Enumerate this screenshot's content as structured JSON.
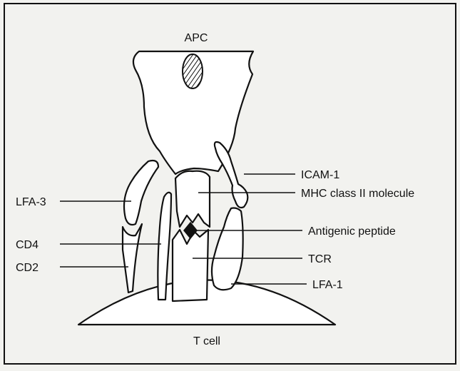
{
  "labels": {
    "apc": "APC",
    "t_cell": "T cell",
    "icam1": "ICAM-1",
    "mhc": "MHC class II molecule",
    "lfa3": "LFA-3",
    "antigenic_peptide": "Antigenic peptide",
    "cd4": "CD4",
    "tcr": "TCR",
    "cd2": "CD2",
    "lfa1": "LFA-1"
  },
  "colors": {
    "background": "#f2f2ef",
    "outline": "#111111",
    "fill": "#ffffff"
  }
}
